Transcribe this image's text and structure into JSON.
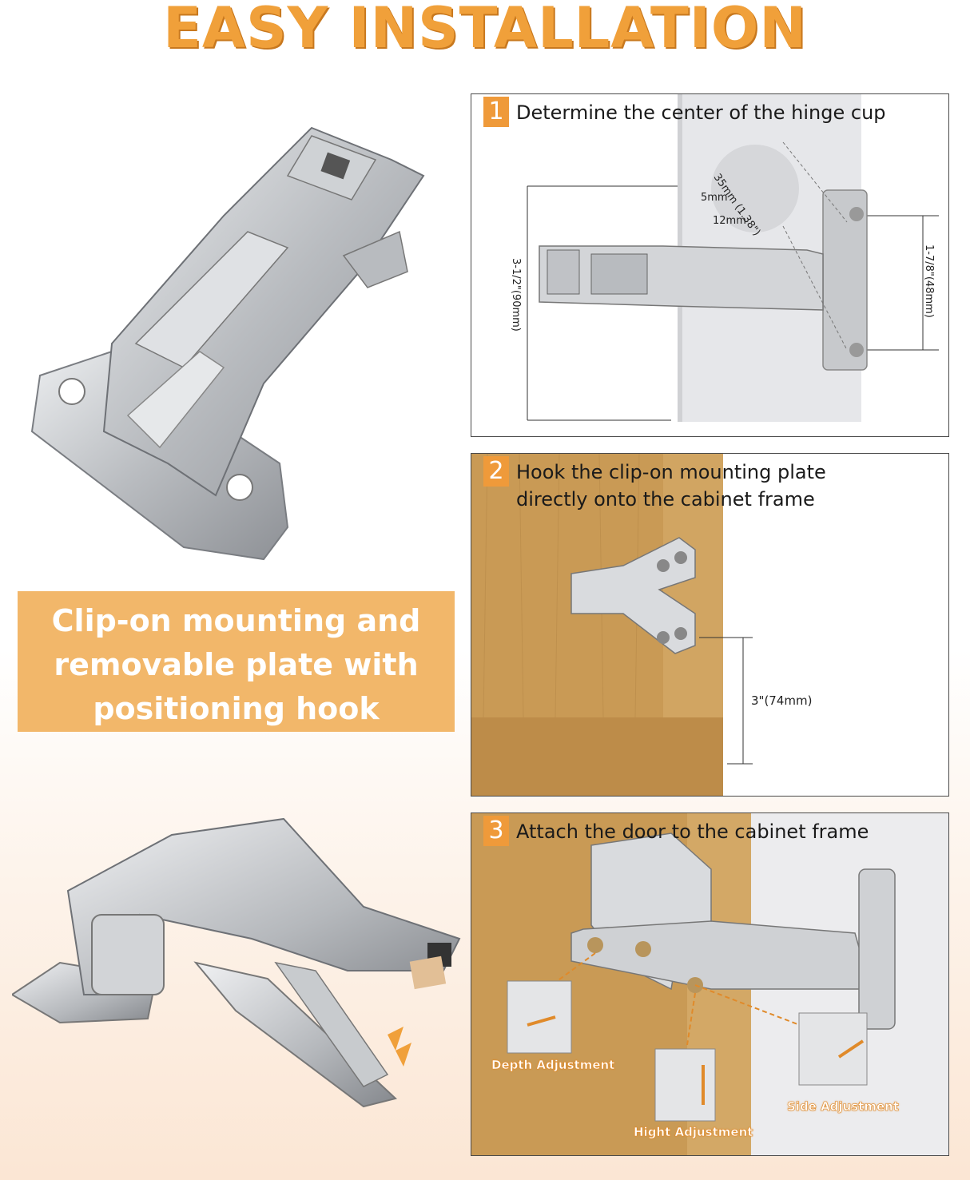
{
  "header": {
    "title": "EASY INSTALLATION"
  },
  "callout": {
    "text": "Clip-on mounting and\nremovable plate with\npositioning hook"
  },
  "steps": [
    {
      "number": "1",
      "text": "Determine the center of the hinge cup",
      "dimensions": {
        "cup_diameter": "35mm (1.38\")",
        "edge_offset": "5mm",
        "screw_offset": "12mm",
        "height": "3-1/2\"(90mm)",
        "screw_spacing": "1-7/8\"(48mm)"
      }
    },
    {
      "number": "2",
      "text": "Hook the clip-on mounting plate directly onto the cabinet frame",
      "dimensions": {
        "height": "3\"(74mm)"
      }
    },
    {
      "number": "3",
      "text": "Attach the door to the cabinet frame",
      "adjustments": {
        "depth": "Depth Adjustment",
        "height": "Hight Adjustment",
        "side": "Side Adjustment"
      }
    }
  ],
  "colors": {
    "accent": "#ef9a3a",
    "wood": "#c9964e",
    "metal": "#c4c6c9"
  }
}
